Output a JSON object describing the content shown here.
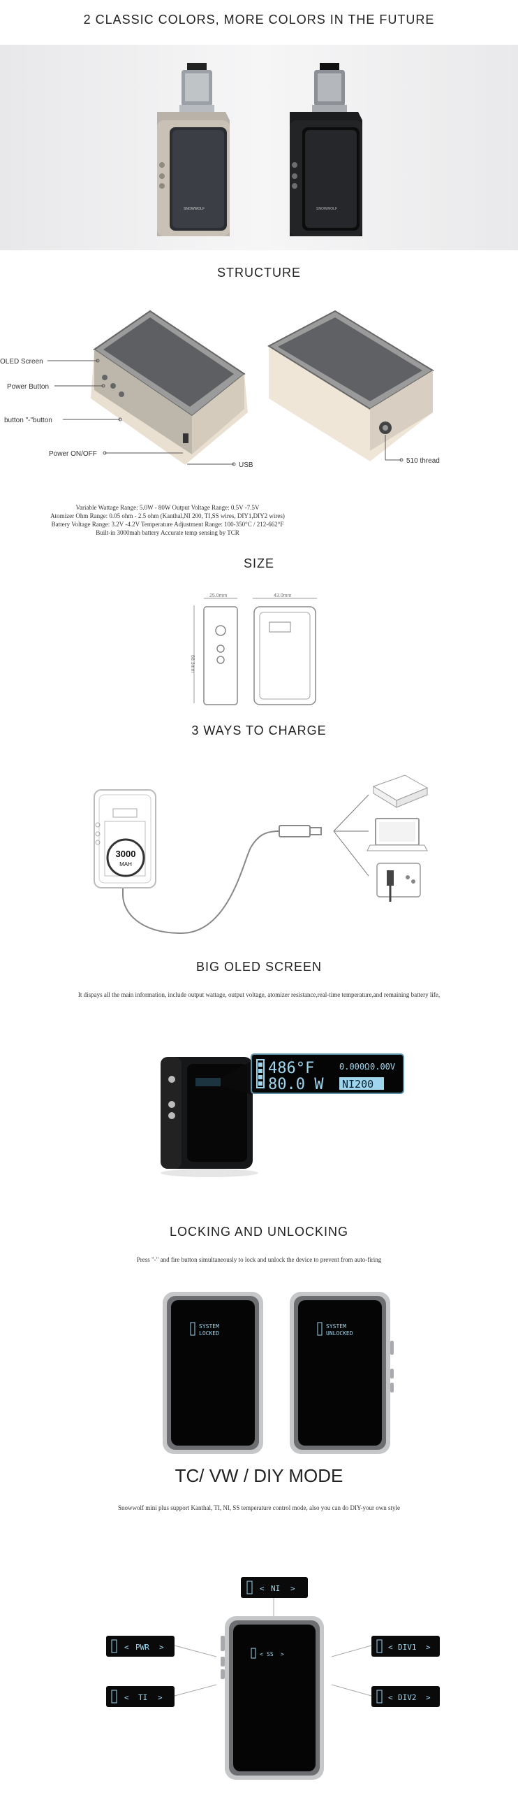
{
  "sections": {
    "colors": {
      "title": "2 CLASSIC COLORS, MORE COLORS IN THE FUTURE",
      "brand_text": "SNOWWOLF"
    },
    "structure": {
      "title": "STRUCTURE",
      "callouts": [
        "OLED Screen",
        "Power Button",
        "button \"-\"button",
        "Power ON/OFF",
        "USB",
        "510 thread"
      ],
      "specs": [
        "Variable Wattage Range: 5.0W - 80W        Output Voltage Range: 0.5V -7.5V",
        "Atomizer Ohm Range: 0.05 ohm - 2.5 ohm (Kanthal,NI 200, TI,SS wires, DIY1,DIY2 wires)",
        "Battery Voltage Range: 3.2V -4.2V          Temperature Adjustment Range: 100-350°C / 212-662°F",
        "Built-in 3000mah battery       Accurate temp sensing by TCR"
      ]
    },
    "size": {
      "title": "SIZE",
      "width_dim": "25.0mm",
      "depth_dim": "43.0mm",
      "height_dim": "68.3mm"
    },
    "charge": {
      "title": "3 WAYS TO CHARGE",
      "battery_value": "3000",
      "battery_unit": "MAH"
    },
    "oled": {
      "title": "BIG OLED SCREEN",
      "desc": "It dispays all the main information, include output wattage, output voltage, atomizer resistance,real-time temperature,and remaining battery life,",
      "temp": "486°F",
      "res": "0.000Ω",
      "volt": "0.00V",
      "watt": "80.0 W",
      "mode": "NI200"
    },
    "locking": {
      "title": "LOCKING AND UNLOCKING",
      "desc": "Press \"-\" and fire button simultaneously to lock and unlock the device to prevent from auto-firing",
      "locked": [
        "SYSTEM",
        "LOCKED"
      ],
      "unlocked": [
        "SYSTEM",
        "UNLOCKED"
      ]
    },
    "modes": {
      "title": "TC/ VW / DIY MODE",
      "desc": "Snowwolf mini plus  support Kanthal, TI, NI, SS temperature control mode, also you can do DIY-your own style",
      "center": "SS",
      "items": [
        "NI",
        "PWR",
        "TI",
        "DIV1",
        "DIV2"
      ]
    }
  }
}
